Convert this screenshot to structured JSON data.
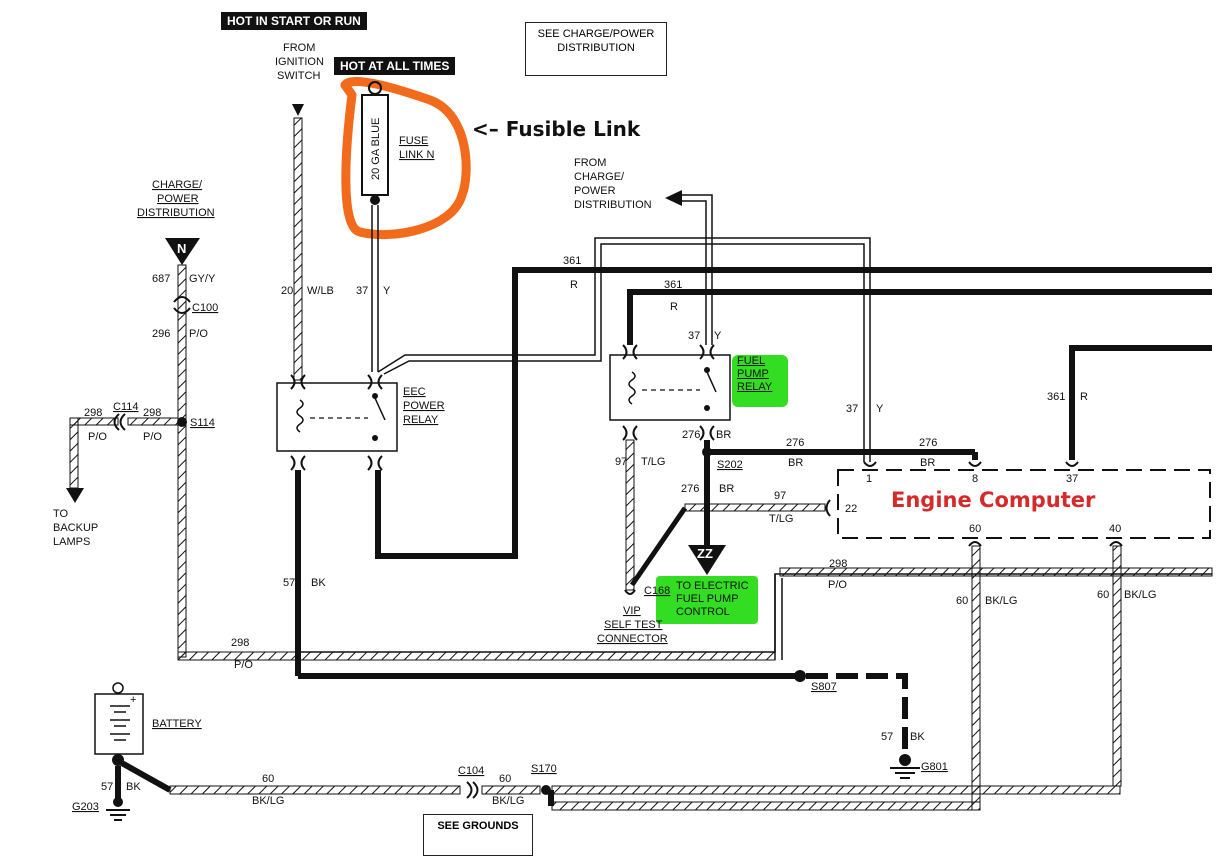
{
  "headers": {
    "hot_start_run": "HOT IN START OR RUN",
    "hot_all_times": "HOT AT ALL TIMES",
    "see_charge_power": [
      "SEE CHARGE/POWER",
      "DISTRIBUTION"
    ],
    "see_grounds": "SEE GROUNDS"
  },
  "annotations": {
    "fusible_link": "<– Fusible Link",
    "engine_computer": "Engine Computer"
  },
  "labels": {
    "from_ignition": [
      "FROM",
      "IGNITION",
      "SWITCH"
    ],
    "from_charge": [
      "FROM",
      "CHARGE/",
      "POWER",
      "DISTRIBUTION"
    ],
    "charge_power_left": [
      "CHARGE/",
      "POWER",
      "DISTRIBUTION"
    ],
    "fuse_link": [
      "FUSE",
      "LINK N"
    ],
    "fuse_gauge": "20 GA BLUE",
    "eec_relay": [
      "EEC",
      "POWER",
      "RELAY"
    ],
    "fuel_pump_relay": [
      "FUEL",
      "PUMP",
      "RELAY"
    ],
    "to_backup": [
      "TO",
      "BACKUP",
      "LAMPS"
    ],
    "to_electric": [
      "TO ELECTRIC",
      "FUEL PUMP",
      "CONTROL"
    ],
    "vip": [
      "VIP",
      "SELF TEST",
      "CONNECTOR"
    ],
    "battery": "BATTERY",
    "n_marker": "N",
    "zz_marker": "ZZ"
  },
  "wires": {
    "w687": "687",
    "w687c": "GY/Y",
    "c100": "C100",
    "w296": "296",
    "w296c": "P/O",
    "w298a": "298",
    "w298ac": "P/O",
    "c114": "C114",
    "w298b": "298",
    "w298bc": "P/O",
    "s114": "S114",
    "w20": "20",
    "w20c": "W/LB",
    "w37": "37",
    "w37c": "Y",
    "w361a": "361",
    "w361ac": "R",
    "w361b": "361",
    "w361bc": "R",
    "w37b": "37",
    "w37bc": "Y",
    "w37c_": "37",
    "w37cc": "Y",
    "w361c": "361",
    "w361cc": "R",
    "w97a": "97",
    "w97ac": "T/LG",
    "w276a": "276",
    "w276ac": "BR",
    "s202": "S202",
    "w276b": "276",
    "w276bc": "BR",
    "w276c": "276",
    "w276cc": "BR",
    "w276d": "276",
    "w276dc": "BR",
    "w97b": "97",
    "w97bc": "T/LG",
    "c168": "C168",
    "w298c": "298",
    "w298cc": "P/O",
    "w298d": "298",
    "w298dc": "P/O",
    "w57a": "57",
    "w57ac": "BK",
    "s807": "S807",
    "w57b": "57",
    "w57bc": "BK",
    "g801": "G801",
    "w60a": "60",
    "w60ac": "BK/LG",
    "w60b": "60",
    "w60bc": "BK/LG",
    "w60c": "60",
    "w60cc": "BK/LG",
    "c104": "C104",
    "w60d": "60",
    "w60dc": "BK/LG",
    "s170": "S170",
    "w57c": "57",
    "w57cc": "BK",
    "g203": "G203"
  },
  "pins": {
    "p1": "1",
    "p8": "8",
    "p37": "37",
    "p22": "22",
    "p60": "60",
    "p40": "40"
  },
  "colors": {
    "highlight_orange": "#f26a1b",
    "highlight_green": "#33dd22",
    "annotation_red": "#d52a2a"
  }
}
